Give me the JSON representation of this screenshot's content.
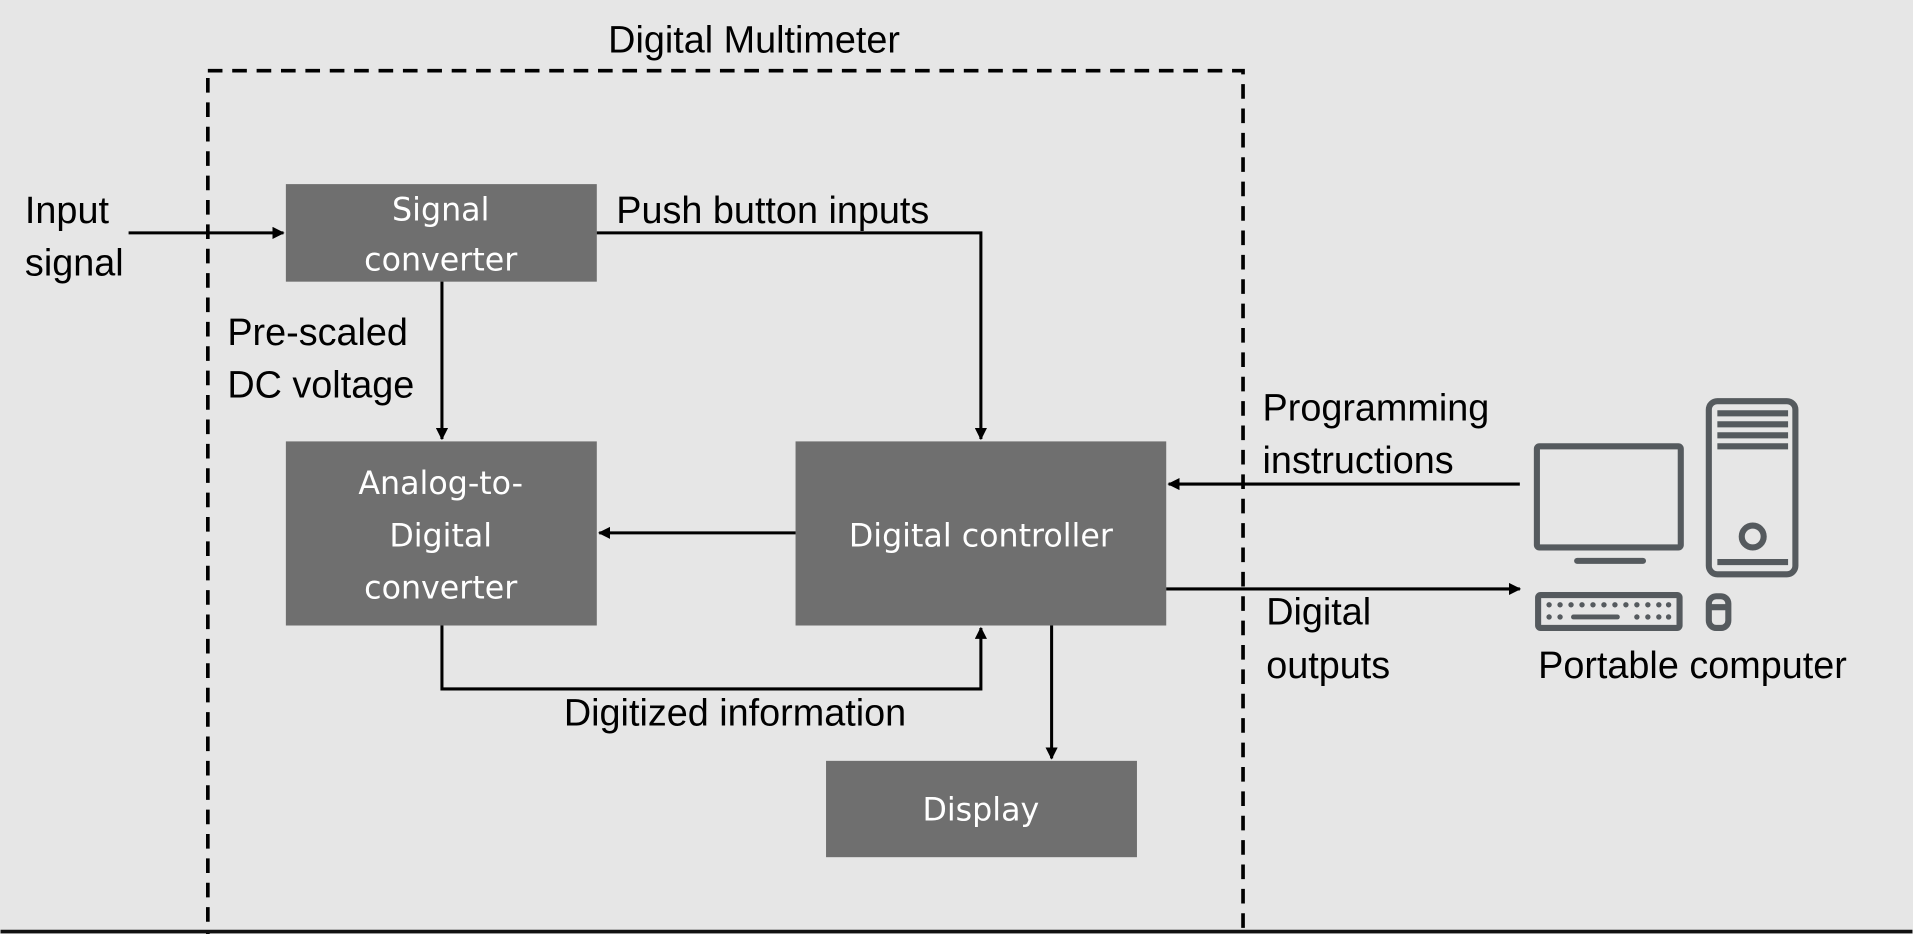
{
  "title": "Digital Multimeter",
  "blocks": {
    "signal_converter": [
      "Signal",
      "converter"
    ],
    "adc": [
      "Analog-to-",
      "Digital",
      "converter"
    ],
    "digital_controller": "Digital controller",
    "display": "Display"
  },
  "labels": {
    "input_signal": [
      "Input",
      "signal"
    ],
    "push_button_inputs": "Push button inputs",
    "pre_scaled": [
      "Pre-scaled",
      "DC voltage"
    ],
    "digitized_information": "Digitized information",
    "programming_instructions": [
      "Programming",
      "instructions"
    ],
    "digital_outputs": [
      "Digital",
      "outputs"
    ],
    "portable_computer": "Portable computer"
  },
  "icons": {
    "computer": "desktop-computer-icon"
  },
  "colors": {
    "block": "#6f6f6f",
    "background": "#e6e6e6",
    "icon": "#555a5e"
  }
}
